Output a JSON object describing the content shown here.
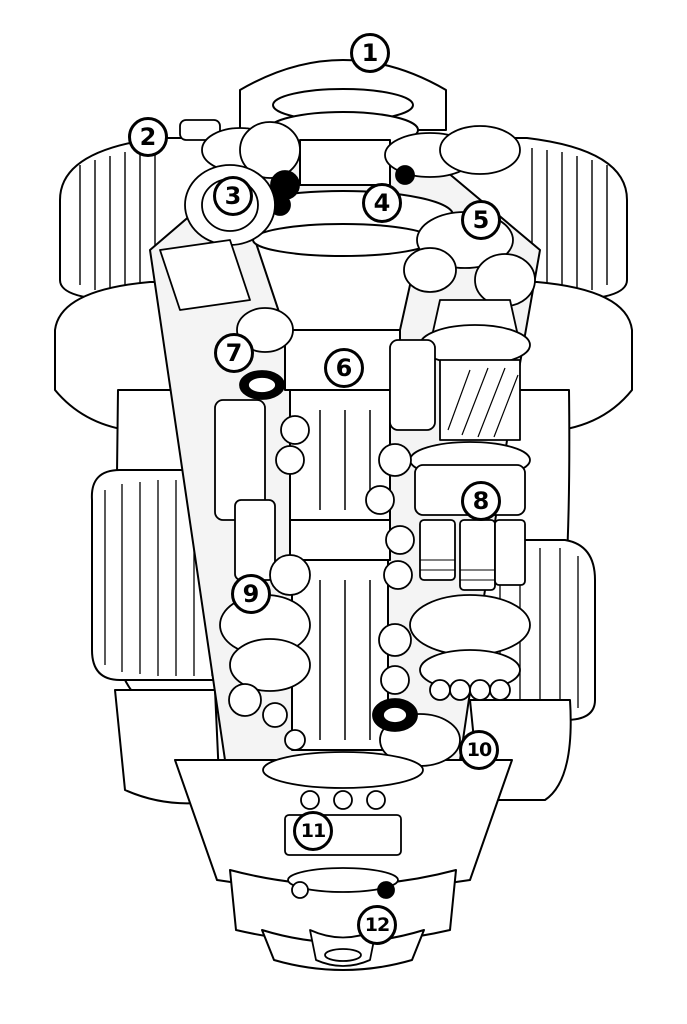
{
  "diagram": {
    "callouts": [
      {
        "number": "1"
      },
      {
        "number": "2"
      },
      {
        "number": "3"
      },
      {
        "number": "4"
      },
      {
        "number": "5"
      },
      {
        "number": "6"
      },
      {
        "number": "7"
      },
      {
        "number": "8"
      },
      {
        "number": "9"
      },
      {
        "number": "10"
      },
      {
        "number": "11"
      },
      {
        "number": "12"
      }
    ],
    "colors": {
      "ink": "#000000",
      "paper": "#ffffff"
    }
  }
}
